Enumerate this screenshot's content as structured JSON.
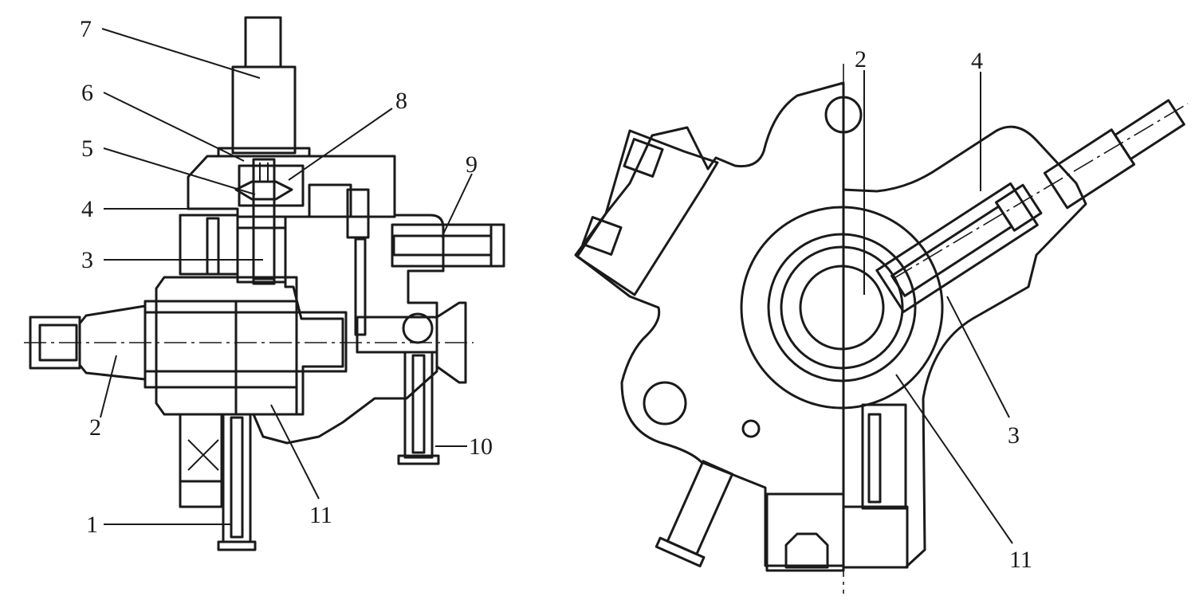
{
  "left_view": {
    "labels": {
      "l1": "1",
      "l2": "2",
      "l3": "3",
      "l4": "4",
      "l5": "5",
      "l6": "6",
      "l7": "7",
      "l8": "8",
      "l9": "9",
      "l10": "10",
      "l11": "11"
    }
  },
  "right_view": {
    "labels": {
      "r2": "2",
      "r3": "3",
      "r4": "4",
      "r11": "11"
    }
  }
}
